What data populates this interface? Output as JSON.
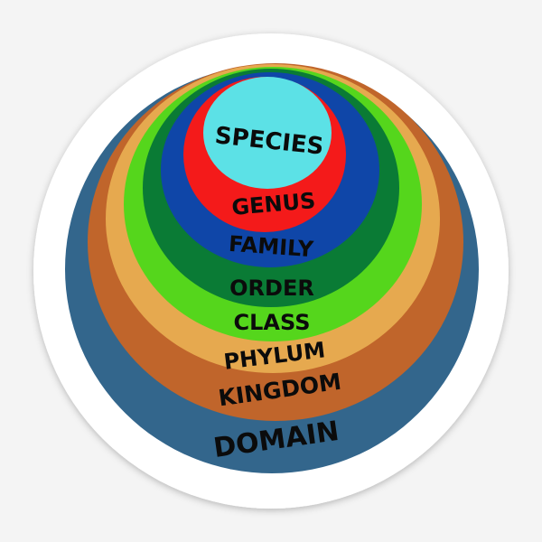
{
  "diagram": {
    "levels": [
      {
        "label": "DOMAIN",
        "color": "#33668c"
      },
      {
        "label": "KINGDOM",
        "color": "#c0652b"
      },
      {
        "label": "PHYLUM",
        "color": "#e6a94f"
      },
      {
        "label": "CLASS",
        "color": "#55d61c"
      },
      {
        "label": "ORDER",
        "color": "#0a7b35"
      },
      {
        "label": "FAMILY",
        "color": "#0f46a8"
      },
      {
        "label": "GENUS",
        "color": "#f41a1a"
      },
      {
        "label": "SPECIES",
        "color": "#5ce1e6"
      }
    ],
    "sticker_border_color": "#ffffff"
  }
}
